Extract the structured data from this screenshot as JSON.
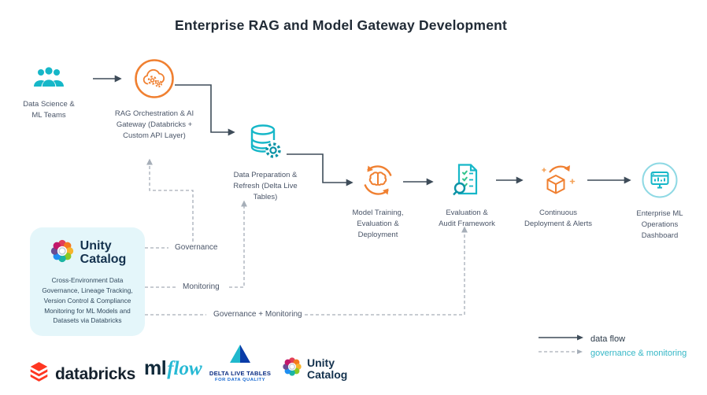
{
  "title": "Enterprise RAG and Model Gateway Development",
  "nodes": [
    {
      "id": "data-science-teams",
      "icon": "team-icon",
      "label": "Data Science &\nML Teams"
    },
    {
      "id": "rag-gateway",
      "icon": "rag-gateway-icon",
      "label": "RAG Orchestration & AI\nGateway (Databricks +\nCustom API Layer)"
    },
    {
      "id": "data-preparation",
      "icon": "database-gear-icon",
      "label": "Data Preparation &\nRefresh (Delta Live\nTables)"
    },
    {
      "id": "model-training",
      "icon": "ai-brain-cycle-icon",
      "label": "Model Training,\nEvaluation &\nDeployment"
    },
    {
      "id": "evaluation-audit",
      "icon": "audit-checklist-icon",
      "label": "Evaluation &\nAudit Framework"
    },
    {
      "id": "continuous-deployment",
      "icon": "deployment-cube-icon",
      "label": "Continuous\nDeployment & Alerts"
    },
    {
      "id": "ml-ops-dashboard",
      "icon": "dashboard-icon",
      "label": "Enterprise ML\nOperations\nDashboard"
    }
  ],
  "unity_box": {
    "brand_line1": "Unity",
    "brand_line2": "Catalog",
    "description": "Cross-Environment Data\nGovernance, Lineage Tracking,\nVersion Control & Compliance\nMonitoring for ML Models and\nDatasets via Databricks"
  },
  "flow_labels": {
    "governance": "Governance",
    "monitoring": "Monitoring",
    "governance_monitoring": "Governance + Monitoring"
  },
  "legend": {
    "data_flow": "data flow",
    "governance_monitoring": "governance & monitoring"
  },
  "logos": {
    "databricks": "databricks",
    "mlflow_ml": "ml",
    "mlflow_flow": "flow",
    "delta_line1": "DELTA LIVE TABLES",
    "delta_line2": "FOR DATA QUALITY",
    "unity_line1": "Unity",
    "unity_line2": "Catalog"
  },
  "colors": {
    "teal": "#16b7c8",
    "orange": "#f08031",
    "arrow_dark": "#3e4c59",
    "dashed_gray": "#a6aeb8",
    "unity_box_bg": "#e4f6fa",
    "navy": "#14324e",
    "databricks_red": "#ff3621",
    "legend_teal": "#35b7c6",
    "delta_blue": "#0b2d83",
    "mlflow_teal": "#27b9d4"
  }
}
